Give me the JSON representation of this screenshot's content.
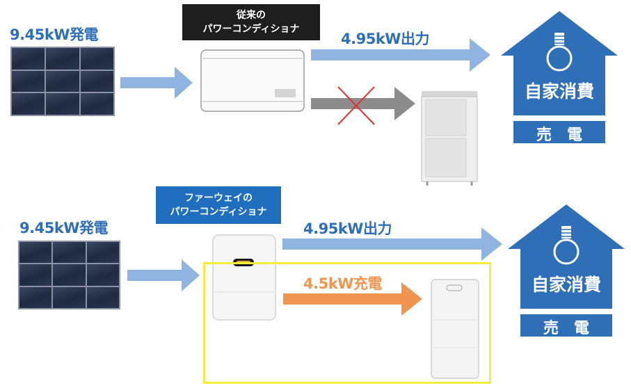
{
  "top": {
    "generation_label": "9.45kW発電",
    "inverter_label_line1": "従来の",
    "inverter_label_line2": "パワーコンディショナ",
    "output_label": "4.95kW出力",
    "house": {
      "self_consumption": "自家消費",
      "sell": "売　電"
    }
  },
  "bottom": {
    "generation_label": "9.45kW発電",
    "inverter_label_line1": "ファーウェイの",
    "inverter_label_line2": "パワーコンディショナ",
    "output_label": "4.95kW出力",
    "charge_label": "4.5kW充電",
    "house": {
      "self_consumption": "自家消費",
      "sell": "売　電"
    }
  },
  "colors": {
    "label_blue": "#2e6fb7",
    "arrow_blue": "#8fb4e0",
    "house_blue": "#2e6fb7",
    "charge_orange": "#f0954f",
    "blocked_arrow_gray": "#8c8c8c",
    "cross_red": "#e03030",
    "old_inverter_label_bg": "#1e1e1e",
    "huawei_label_bg": "#1f6fbe",
    "highlight_yellow": "#f2ee3a"
  },
  "icons": [
    "solar-panel-icon",
    "inverter-icon",
    "battery-icon",
    "house-icon",
    "light-bulb-icon",
    "cross-icon"
  ]
}
